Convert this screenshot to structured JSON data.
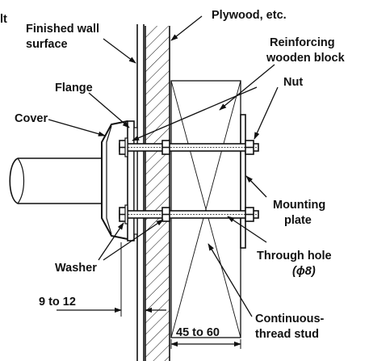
{
  "diagram": {
    "labels": {
      "finished_wall_surface_1": "Finished wall",
      "finished_wall_surface_2": "surface",
      "cut_off_fragment": "lt",
      "plywood": "Plywood, etc.",
      "reinforcing_block_1": "Reinforcing",
      "reinforcing_block_2": "wooden block",
      "nut": "Nut",
      "flange": "Flange",
      "cover": "Cover",
      "mounting_plate_1": "Mounting",
      "mounting_plate_2": "plate",
      "through_hole_1": "Through hole",
      "through_hole_2": "(ϕ8)",
      "washer": "Washer",
      "dim_9_to_12": "9 to 12",
      "stud_1": "Continuous-",
      "stud_2": "thread stud",
      "dim_45_to_60": "45 to 60"
    },
    "colors": {
      "line": "#111111",
      "background": "#ffffff"
    }
  }
}
